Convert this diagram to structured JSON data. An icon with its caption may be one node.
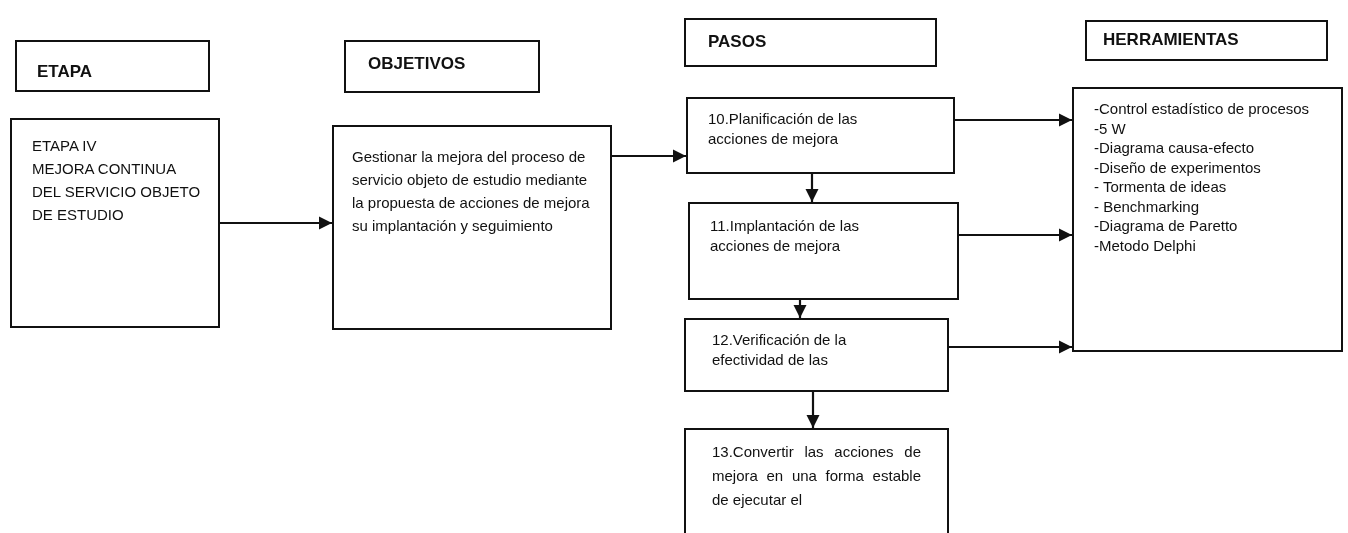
{
  "diagram": {
    "nodes": [
      {
        "text": [
          "ETAPA"
        ]
      },
      {
        "text": [
          "OBJETIVOS"
        ]
      },
      {
        "text": [
          "PASOS"
        ]
      },
      {
        "text": [
          "HERRAMIENTAS"
        ]
      },
      {
        "text": [
          "ETAPA IV",
          "MEJORA CONTINUA DEL SERVICIO OBJETO DE ESTUDIO"
        ]
      },
      {
        "text": [
          "Gestionar la mejora del proceso de servicio objeto de estudio mediante la propuesta de acciones de mejora su implantación y seguimiento"
        ]
      },
      {
        "text": [
          "10.Planificación de las acciones de mejora"
        ]
      },
      {
        "text": [
          "11.Implantación de las acciones de mejora"
        ]
      },
      {
        "text": [
          "12.Verificación de la efectividad de las"
        ]
      },
      {
        "text": [
          "13.Convertir las acciones de mejora en una forma estable de ejecutar el"
        ]
      },
      {
        "text": [
          "-Control estadístico de procesos",
          "-5 W",
          "-Diagrama causa-efecto",
          "-Diseño de experimentos",
          "- Tormenta de ideas",
          "- Benchmarking",
          "-Diagrama de Paretto",
          "-Metodo Delphi"
        ]
      }
    ],
    "edges": [
      {
        "from": 4,
        "to": 5,
        "arrow": "to"
      },
      {
        "from": 5,
        "to": 6,
        "arrow": "to"
      },
      {
        "from": 6,
        "to": 10,
        "arrow": "to"
      },
      {
        "from": 7,
        "to": 10,
        "arrow": "to"
      },
      {
        "from": 8,
        "to": 10,
        "arrow": "to"
      },
      {
        "from": 6,
        "to": 7,
        "arrow": "to"
      },
      {
        "from": 7,
        "to": 8,
        "arrow": "to"
      },
      {
        "from": 8,
        "to": 9,
        "arrow": "to"
      }
    ]
  }
}
